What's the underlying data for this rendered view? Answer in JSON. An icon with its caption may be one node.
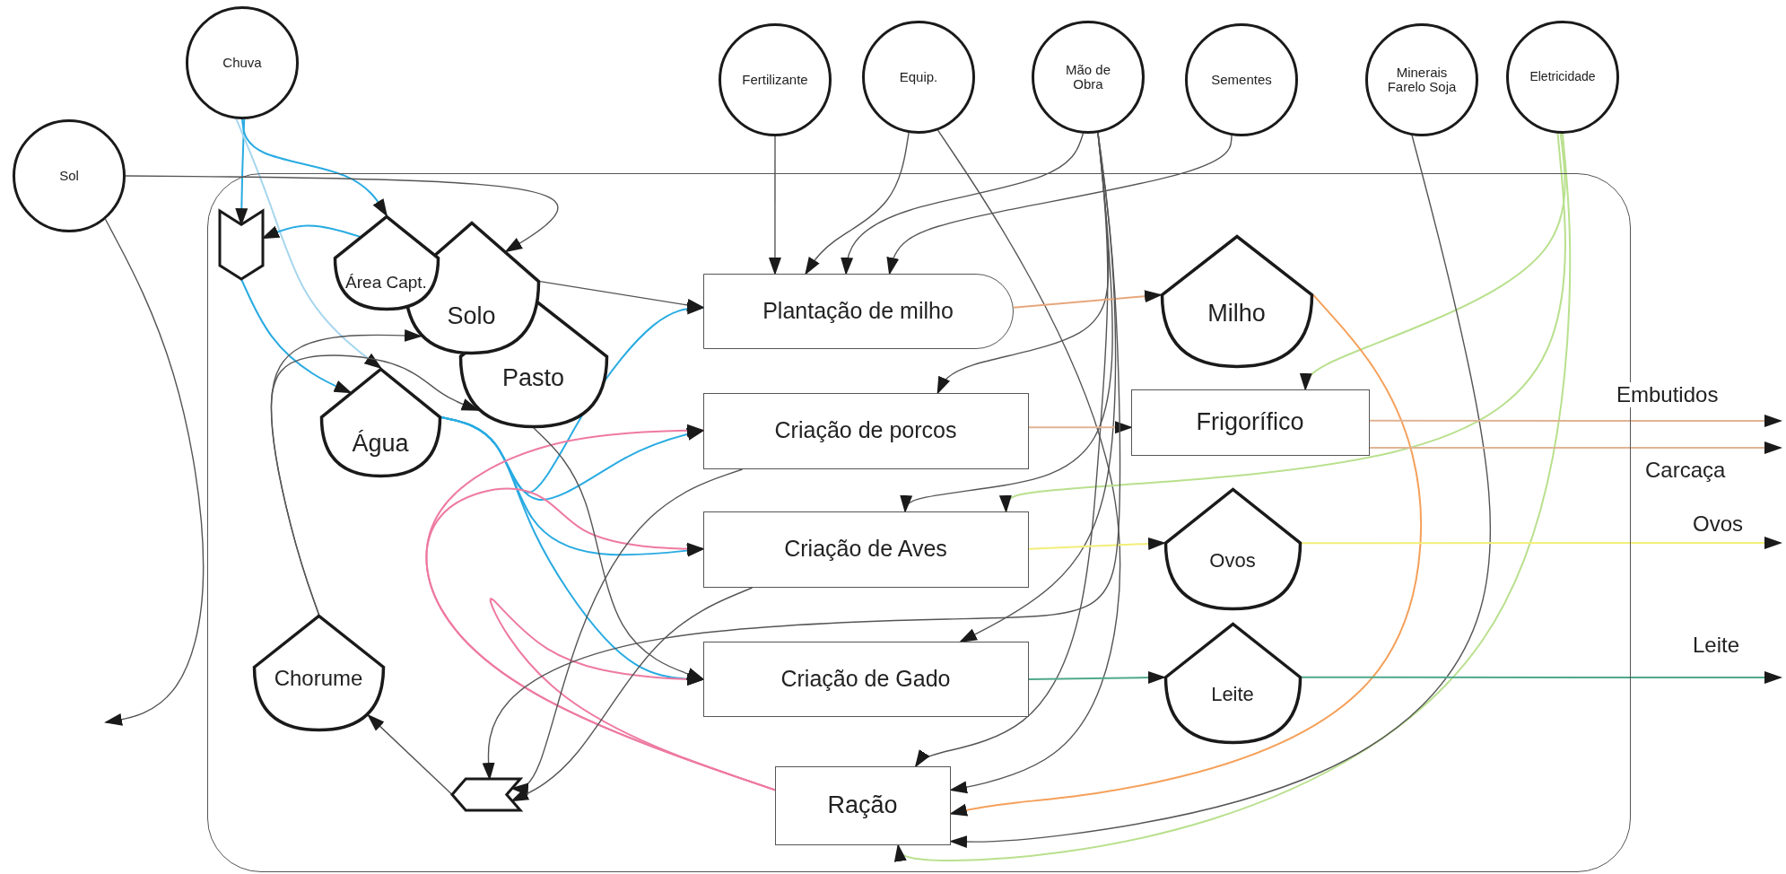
{
  "diagram": {
    "nodes": [
      {
        "text": [
          "Sol"
        ]
      },
      {
        "text": [
          "Chuva"
        ]
      },
      {
        "text": [
          "Fertilizante"
        ]
      },
      {
        "text": [
          "Equip."
        ]
      },
      {
        "text": [
          "Mão de Obra"
        ]
      },
      {
        "text": [
          "Sementes"
        ]
      },
      {
        "text": [
          "Minerais Farelo Soja"
        ]
      },
      {
        "text": [
          "Eletricidade"
        ]
      },
      {
        "text": [],
        "shape": "box"
      },
      {
        "text": [
          "Área Capt."
        ],
        "in": 8
      },
      {
        "text": [
          "Solo"
        ],
        "in": 8
      },
      {
        "text": [
          "Pasto"
        ],
        "in": 8
      },
      {
        "text": [],
        "shape": "chevron",
        "in": 8
      },
      {
        "text": [
          "Água"
        ],
        "in": 8
      },
      {
        "text": [
          "Plantação de milho"
        ],
        "in": 8
      },
      {
        "text": [
          "Milho"
        ],
        "in": 8
      },
      {
        "text": [
          "Criação de porcos"
        ],
        "in": 8
      },
      {
        "text": [
          "Frigorífico"
        ],
        "in": 8
      },
      {
        "text": [
          "Criação de Aves"
        ],
        "in": 8
      },
      {
        "text": [
          "Ovos"
        ],
        "in": 8
      },
      {
        "text": [
          "Criação de Gado"
        ],
        "in": 8
      },
      {
        "text": [
          "Leite"
        ],
        "in": 8
      },
      {
        "text": [
          "Chorume"
        ],
        "in": 8
      },
      {
        "text": [],
        "shape": "chevron",
        "in": 8
      },
      {
        "text": [
          "Ração"
        ],
        "in": 8
      }
    ],
    "edges": [
      {
        "from": 1,
        "to": 9,
        "arrow": "to",
        "color": "#29abe2"
      },
      {
        "from": 1,
        "to": 12,
        "arrow": "to",
        "color": "#29abe2"
      },
      {
        "from": 1,
        "to": 13,
        "arrow": "to",
        "color": "#a6d6ee"
      },
      {
        "from": 9,
        "to": 12,
        "arrow": "to",
        "color": "#29abe2"
      },
      {
        "from": 12,
        "to": 13,
        "arrow": "to",
        "color": "#29abe2"
      },
      {
        "from": 0,
        "to": 10,
        "arrow": "to"
      },
      {
        "from": 0,
        "to": null,
        "arrow": "to"
      },
      {
        "from": 10,
        "to": 14,
        "arrow": "to"
      },
      {
        "from": 13,
        "to": 14,
        "arrow": "to",
        "color": "#29abe2"
      },
      {
        "from": 13,
        "to": 16,
        "arrow": "to",
        "color": "#29abe2"
      },
      {
        "from": 13,
        "to": 18,
        "arrow": "to",
        "color": "#29abe2"
      },
      {
        "from": 13,
        "to": 20,
        "arrow": "to",
        "color": "#29abe2"
      },
      {
        "from": 24,
        "to": 16,
        "arrow": "to",
        "color": "#ee7aa0"
      },
      {
        "from": 24,
        "to": 18,
        "arrow": "to",
        "color": "#ee7aa0"
      },
      {
        "from": 24,
        "to": 20,
        "arrow": "to",
        "color": "#ee7aa0"
      },
      {
        "from": 11,
        "to": 20,
        "arrow": "to"
      },
      {
        "from": 22,
        "to": 10,
        "arrow": "to"
      },
      {
        "from": 22,
        "to": 11,
        "arrow": "to"
      },
      {
        "from": 2,
        "to": 14,
        "arrow": "to"
      },
      {
        "from": 3,
        "to": 14,
        "arrow": "to"
      },
      {
        "from": 3,
        "to": 24,
        "arrow": "to"
      },
      {
        "from": 4,
        "to": 14,
        "arrow": "to"
      },
      {
        "from": 5,
        "to": 14,
        "arrow": "to"
      },
      {
        "from": 4,
        "to": 16,
        "arrow": "to"
      },
      {
        "from": 4,
        "to": 18,
        "arrow": "to"
      },
      {
        "from": 7,
        "to": 18,
        "arrow": "to",
        "color": "#b9e08e"
      },
      {
        "from": 7,
        "to": 17,
        "arrow": "to",
        "color": "#b9e08e"
      },
      {
        "from": 7,
        "to": 24,
        "arrow": "to",
        "color": "#b9e08e"
      },
      {
        "from": 6,
        "to": 24,
        "arrow": "to"
      },
      {
        "from": 4,
        "to": 20,
        "arrow": "to"
      },
      {
        "from": 4,
        "to": 24,
        "arrow": "to"
      },
      {
        "from": 14,
        "to": 15,
        "arrow": "to",
        "color": "#e6a77c"
      },
      {
        "from": 15,
        "to": 24,
        "arrow": "to",
        "color": "#f5a05a"
      },
      {
        "from": 16,
        "to": 17,
        "arrow": "to",
        "color": "#e0b494"
      },
      {
        "from": 18,
        "to": 19,
        "arrow": "to",
        "color": "#f2ee78"
      },
      {
        "from": 20,
        "to": 21,
        "arrow": "to",
        "color": "#4fa88c"
      },
      {
        "from": 17,
        "to": null,
        "arrow": "to",
        "label": "Embutidos",
        "color": "#e0b494"
      },
      {
        "from": 17,
        "to": null,
        "arrow": "to",
        "label": "Carcaça",
        "color": "#e0b494"
      },
      {
        "from": 19,
        "to": null,
        "arrow": "to",
        "label": "Ovos",
        "color": "#f2ee78"
      },
      {
        "from": 21,
        "to": null,
        "arrow": "to",
        "label": "Leite",
        "color": "#4fa88c"
      },
      {
        "from": 16,
        "to": 23,
        "arrow": "to"
      },
      {
        "from": 18,
        "to": 23,
        "arrow": "to"
      },
      {
        "from": 4,
        "to": 23,
        "arrow": "to"
      },
      {
        "from": 23,
        "to": 22,
        "arrow": "to"
      }
    ]
  }
}
